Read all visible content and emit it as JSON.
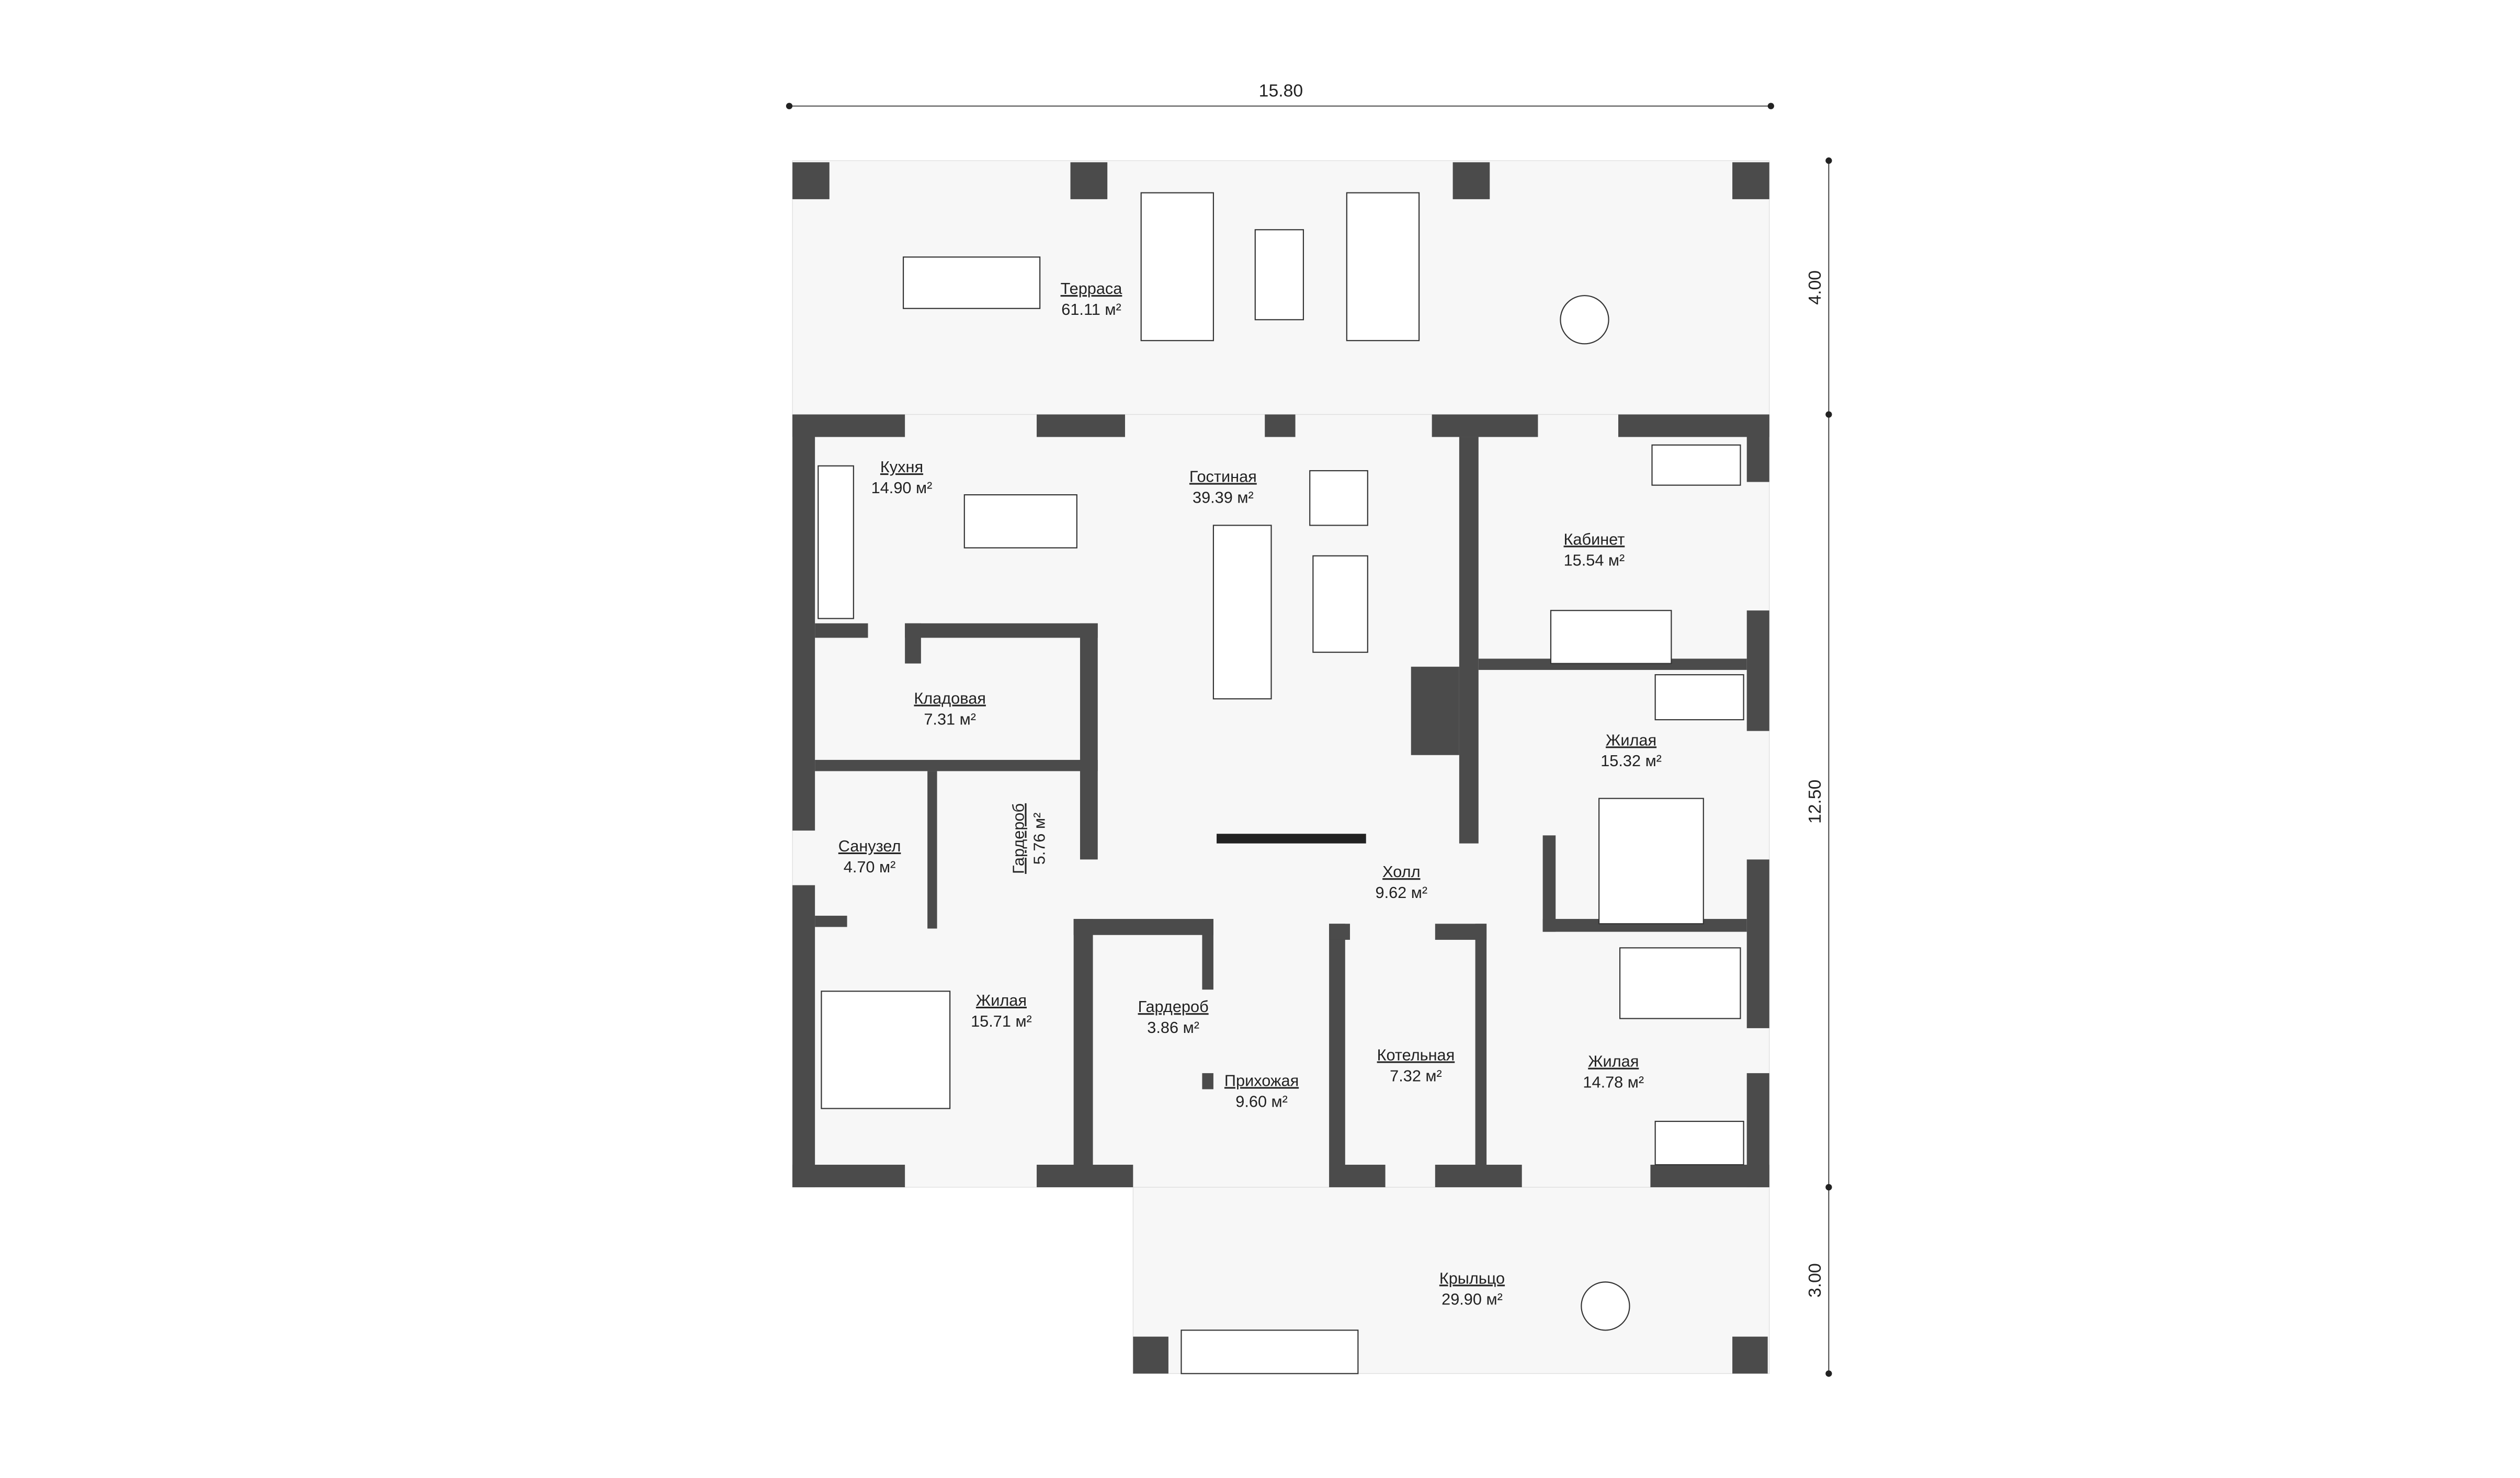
{
  "dimensions": {
    "width": "15.80",
    "terrace_depth": "4.00",
    "house_depth": "12.50",
    "porch_depth": "3.00"
  },
  "rooms": [
    {
      "name": "Терраса",
      "area": "61.11 м²"
    },
    {
      "name": "Кухня",
      "area": "14.90 м²"
    },
    {
      "name": "Гостиная",
      "area": "39.39 м²"
    },
    {
      "name": "Кабинет",
      "area": "15.54 м²"
    },
    {
      "name": "Кладовая",
      "area": "7.31 м²"
    },
    {
      "name": "Жилая",
      "area": "15.32 м²"
    },
    {
      "name": "Санузел",
      "area": "4.70 м²"
    },
    {
      "name": "Гардероб",
      "area": "5.76 м²"
    },
    {
      "name": "Холл",
      "area": "9.62 м²"
    },
    {
      "name": "Жилая",
      "area": "15.71 м²"
    },
    {
      "name": "Гардероб",
      "area": "3.86 м²"
    },
    {
      "name": "Прихожая",
      "area": "9.60 м²"
    },
    {
      "name": "Котельная",
      "area": "7.32 м²"
    },
    {
      "name": "Жилая",
      "area": "14.78 м²"
    },
    {
      "name": "Крыльцо",
      "area": "29.90 м²"
    }
  ],
  "colors": {
    "wall": "#4b4b4b",
    "floor": "#f7f7f7"
  }
}
